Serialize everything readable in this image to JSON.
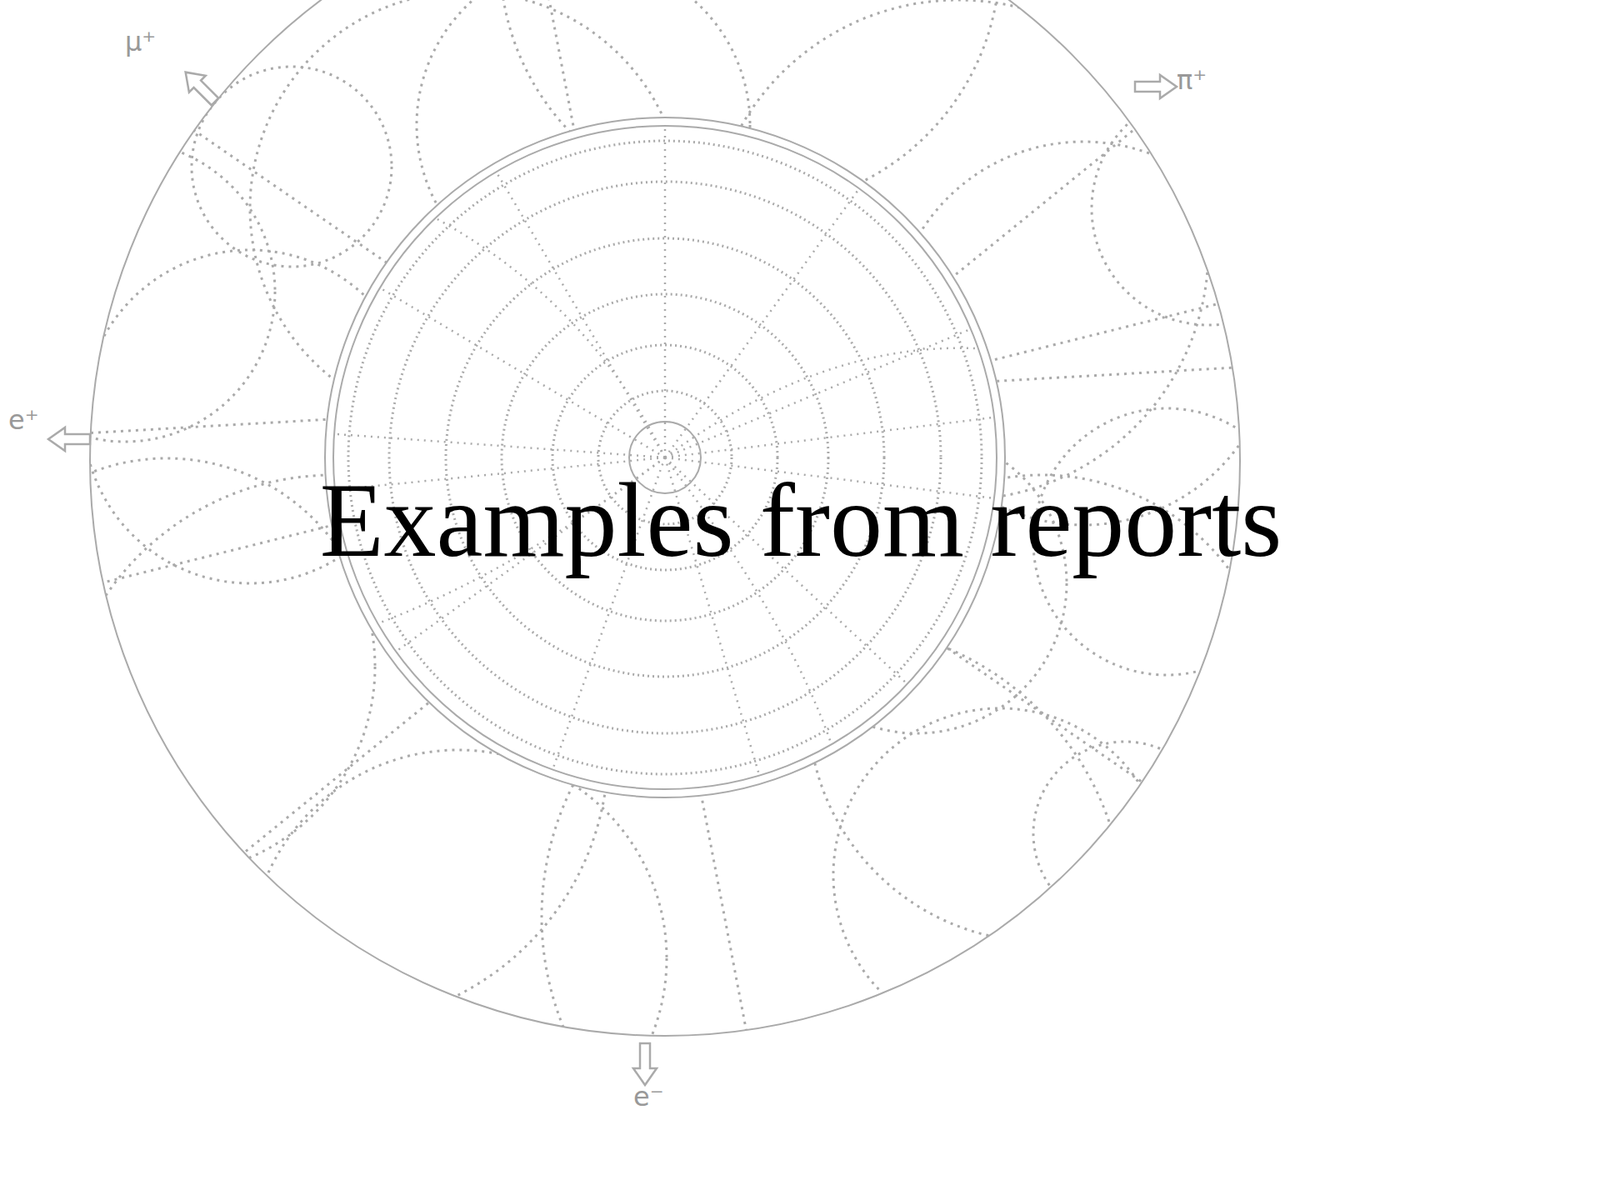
{
  "diagram": {
    "title": "Examples from reports",
    "labels": [
      "μ⁺",
      "π⁺",
      "e⁺",
      "e⁻"
    ]
  }
}
